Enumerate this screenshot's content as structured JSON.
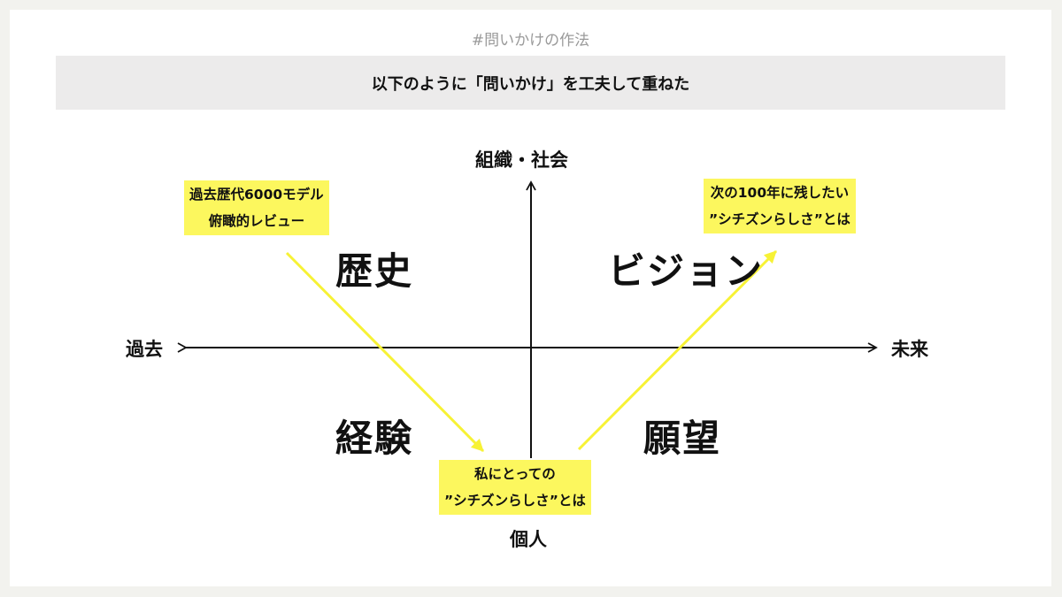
{
  "header": {
    "tag": "#問いかけの作法",
    "banner": "以下のように「問いかけ」を工夫して重ねた"
  },
  "axes": {
    "top": "組織・社会",
    "bottom": "個人",
    "left": "過去",
    "right": "未来"
  },
  "quadrants": {
    "top_left": "歴史",
    "top_right": "ビジョン",
    "bottom_left": "経験",
    "bottom_right": "願望"
  },
  "notes": {
    "past": [
      "過去歴代6000モデル",
      "俯瞰的レビュー"
    ],
    "personal": [
      "私にとっての",
      "”シチズンらしさ”とは"
    ],
    "future": [
      "次の100年に残したい",
      "”シチズンらしさ”とは"
    ]
  },
  "colors": {
    "highlight": "#fcf75e",
    "arrow_yellow": "#f7f235",
    "axis": "#111111"
  }
}
